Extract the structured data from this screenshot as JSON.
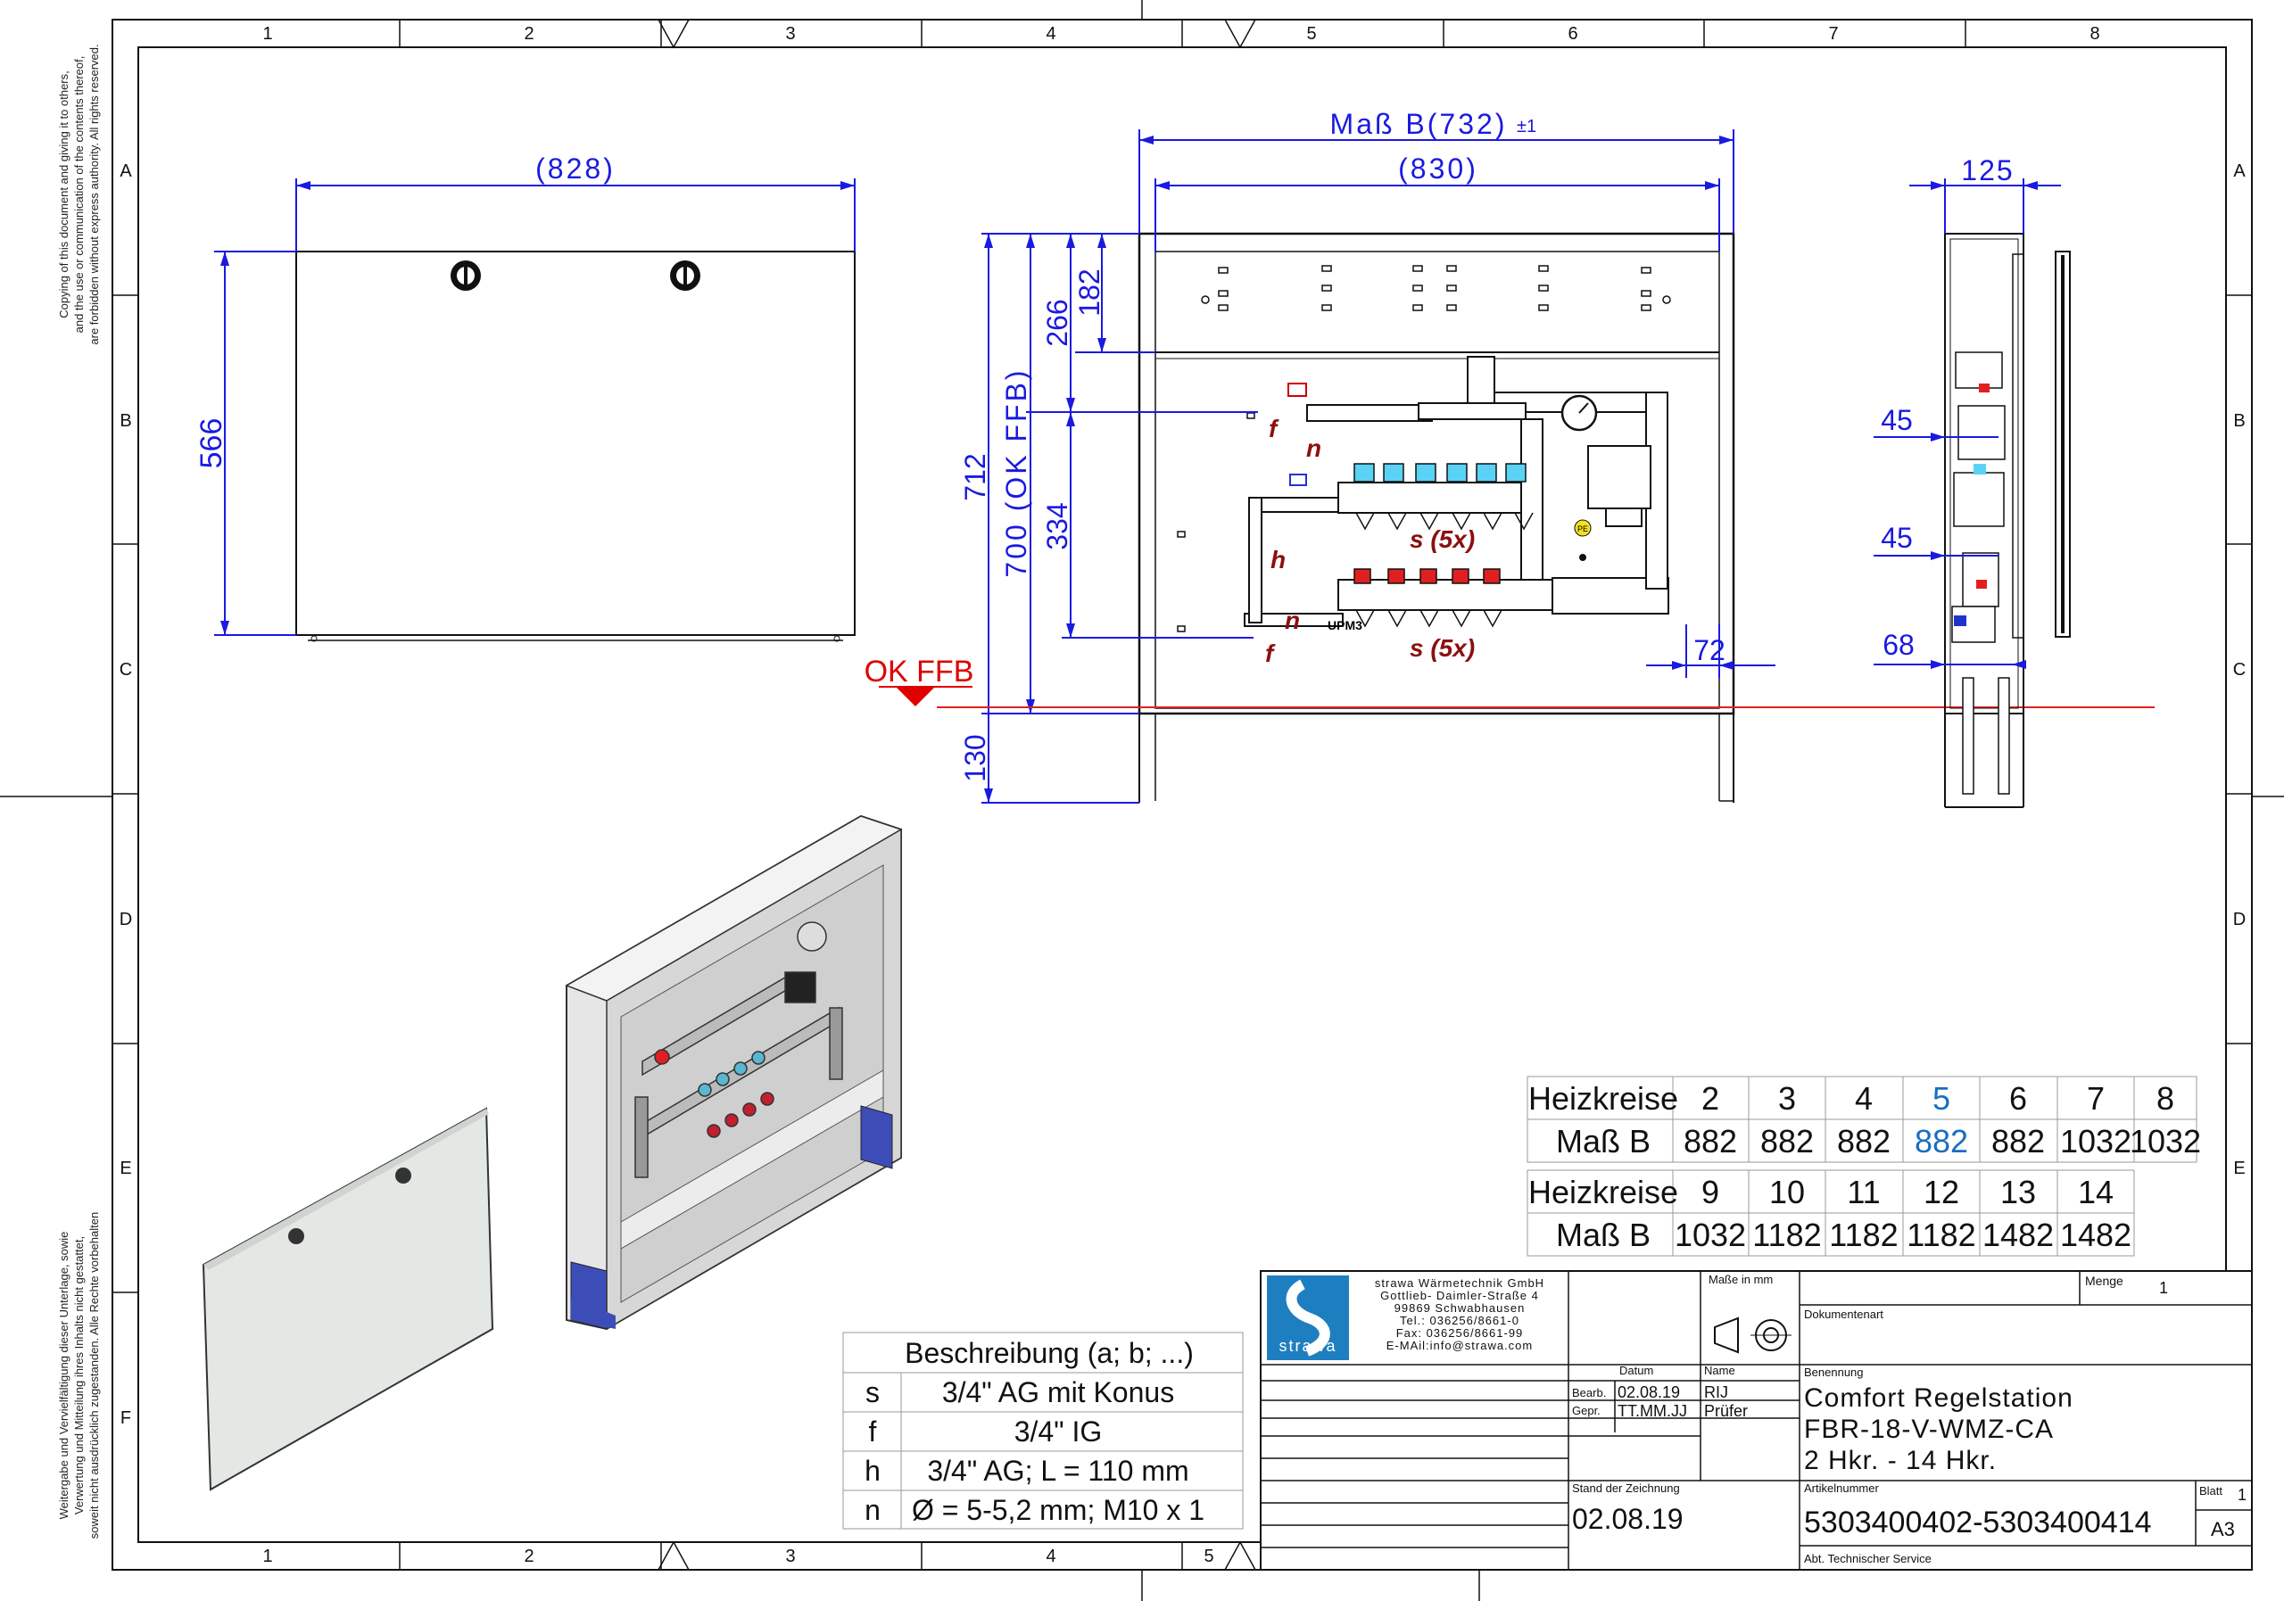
{
  "frame": {
    "columns": [
      "1",
      "2",
      "3",
      "4",
      "5",
      "6",
      "7",
      "8"
    ],
    "rows": [
      "A",
      "B",
      "C",
      "D",
      "E",
      "F"
    ],
    "copyright_top": [
      "Copying of this document and giving it to others,",
      "and the use or communication of the contents thereof,",
      "are forbidden without express authority. All rights reserved."
    ],
    "copyright_bottom": [
      "Weitergabe und Vervielfältigung dieser Unterlage, sowie",
      "Verwertung und Mitteilung ihres Inhalts nicht gestattet,",
      "soweit nicht ausdrücklich zugestanden. Alle Rechte vorbehalten"
    ]
  },
  "dimensions": {
    "door_width": "(828)",
    "door_height": "566",
    "mass_b": "Maß B(732)",
    "mass_b_tol": "±1",
    "inner_width": "(830)",
    "d182": "182",
    "d266": "266",
    "d334": "334",
    "d712": "712",
    "d700": "700 (OK FFB)",
    "d130": "130",
    "d72": "72",
    "d125": "125",
    "d45a": "45",
    "d45b": "45",
    "d68": "68",
    "ok_ffb": "OK FFB"
  },
  "labels": {
    "f": "f",
    "n": "n",
    "h": "h",
    "s5x": "s (5x)",
    "upm": "UPM3",
    "pe": "PE"
  },
  "table_a": {
    "rows": [
      [
        "Heizkreise",
        "2",
        "3",
        "4",
        "5",
        "6",
        "7",
        "8"
      ],
      [
        "Maß B",
        "882",
        "882",
        "882",
        "882",
        "882",
        "1032",
        "1032"
      ]
    ],
    "highlight_col": 4,
    "highlight_color": "#1a6ec0"
  },
  "table_b": {
    "rows": [
      [
        "Heizkreise",
        "9",
        "10",
        "11",
        "12",
        "13",
        "14"
      ],
      [
        "Maß B",
        "1032",
        "1182",
        "1182",
        "1182",
        "1482",
        "1482"
      ]
    ]
  },
  "description": {
    "header": "Beschreibung (a; b; ...)",
    "rows": [
      [
        "s",
        "3/4\" AG mit Konus"
      ],
      [
        "f",
        "3/4\" IG"
      ],
      [
        "h",
        "3/4\" AG; L = 110 mm"
      ],
      [
        "n",
        "Ø = 5-5,2 mm; M10 x 1"
      ]
    ]
  },
  "title_block": {
    "company": [
      "strawa Wärmetechnik GmbH",
      "Gottlieb- Daimler-Straße 4",
      "99869 Schwabhausen",
      "Tel.: 036256/8661-0",
      "Fax: 036256/8661-99",
      "E-MAil:info@strawa.com"
    ],
    "logo_text": "strawa",
    "masse_label": "Maße in mm",
    "menge_label": "Menge",
    "menge_value": "1",
    "dokumentenart": "Dokumentenart",
    "datum_label": "Datum",
    "name_label": "Name",
    "bearb": "Bearb.",
    "bearb_date": "02.08.19",
    "bearb_name": "RIJ",
    "gepr": "Gepr.",
    "gepr_date": "TT.MM.JJ",
    "gepr_name": "Prüfer",
    "benennung": "Benennung",
    "title1": "Comfort Regelstation",
    "title2": "FBR-18-V-WMZ-CA",
    "title3": "2 Hkr. - 14 Hkr.",
    "stand_label": "Stand der Zeichnung",
    "stand_value": "02.08.19",
    "artikel_label": "Artikelnummer",
    "artikel_value": "5303400402-5303400414",
    "blatt_label": "Blatt",
    "blatt_value": "1",
    "format": "A3",
    "abt": "Abt. Technischer Service"
  }
}
